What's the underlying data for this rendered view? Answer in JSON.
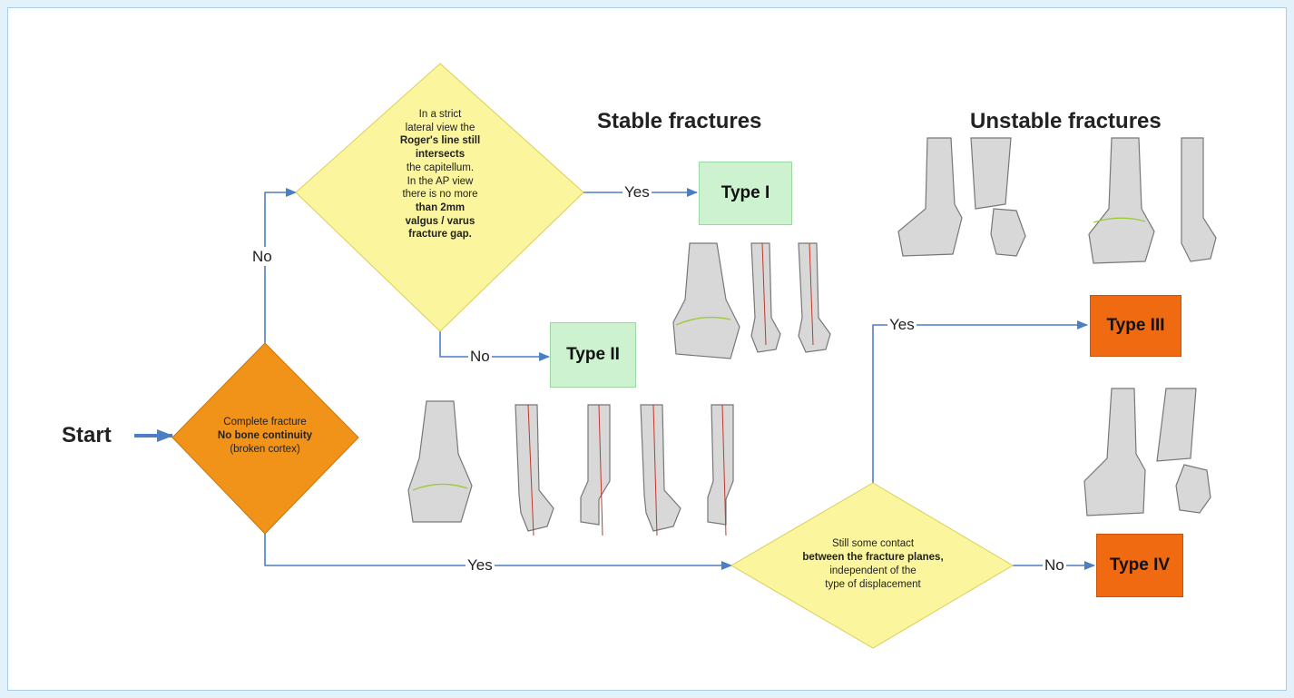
{
  "start_label": "Start",
  "titles": {
    "stable": "Stable fractures",
    "unstable": "Unstable fractures"
  },
  "decisions": {
    "complete": [
      "Complete fracture",
      "No bone continuity",
      "(broken cortex)"
    ],
    "rogers": [
      "In a strict",
      "lateral view the",
      "Roger's line still",
      "intersects",
      "the capitellum.",
      "In the AP view",
      "there is no more",
      "than 2mm",
      "valgus / varus",
      "fracture gap."
    ],
    "contact": [
      "Still some contact",
      "between the fracture planes,",
      "independent of the",
      "type of displacement"
    ]
  },
  "branch_labels": {
    "no_up": "No",
    "yes_type1": "Yes",
    "no_type2": "No",
    "yes_bottom": "Yes",
    "yes_type3": "Yes",
    "no_type4": "No"
  },
  "types": {
    "t1": "Type I",
    "t2": "Type II",
    "t3": "Type III",
    "t4": "Type IV"
  },
  "colors": {
    "decision_orange": "#f19319",
    "decision_yellow": "#fbf59e",
    "stable_box": "#ccf2cf",
    "unstable_box": "#f06a12",
    "arrow": "#4a7fc4",
    "bone": "#d8d8d8"
  },
  "illustrations": [
    "distal-humerus-bone-sketches"
  ]
}
